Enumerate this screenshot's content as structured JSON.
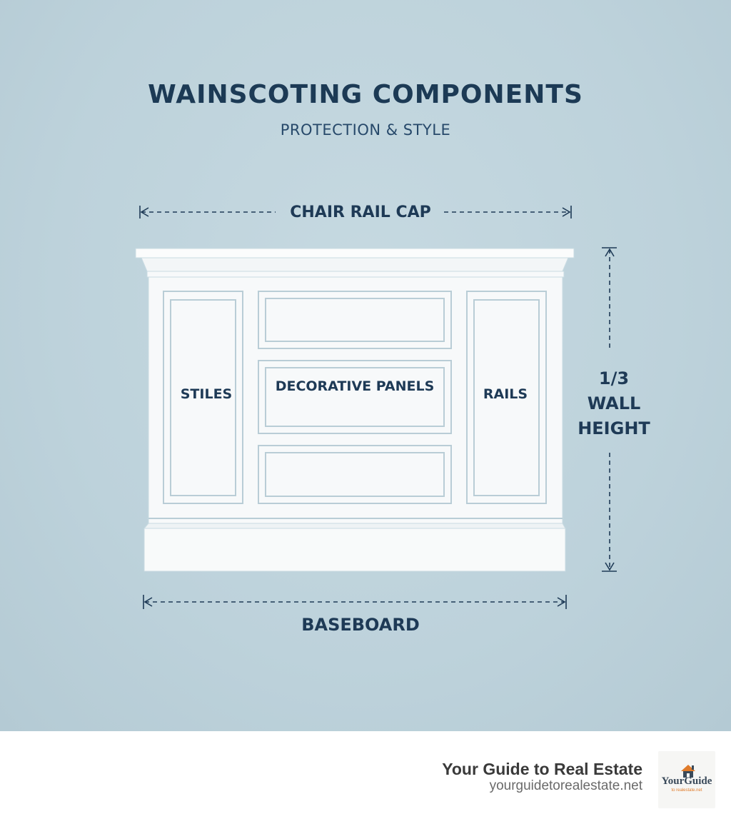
{
  "diagram": {
    "title": "WAINSCOTING COMPONENTS",
    "subtitle": "PROTECTION & STYLE",
    "labels": {
      "chair_rail_cap": "CHAIR RAIL CAP",
      "stiles": "STILES",
      "decorative_panels": "DECORATIVE PANELS",
      "rails": "RAILS",
      "height": "1/3 WALL HEIGHT",
      "baseboard": "BASEBOARD"
    },
    "colors": {
      "background": "#bdd2db",
      "text": "#1e3a56",
      "panel": "#f7f9fa",
      "panel_stroke": "#b9cdd6"
    }
  },
  "footer": {
    "brand_name": "Your Guide to Real Estate",
    "brand_url": "yourguidetorealestate.net",
    "logo": {
      "icon": "house-icon",
      "text": "YourGuide",
      "subtext": "to realestate.net"
    }
  }
}
